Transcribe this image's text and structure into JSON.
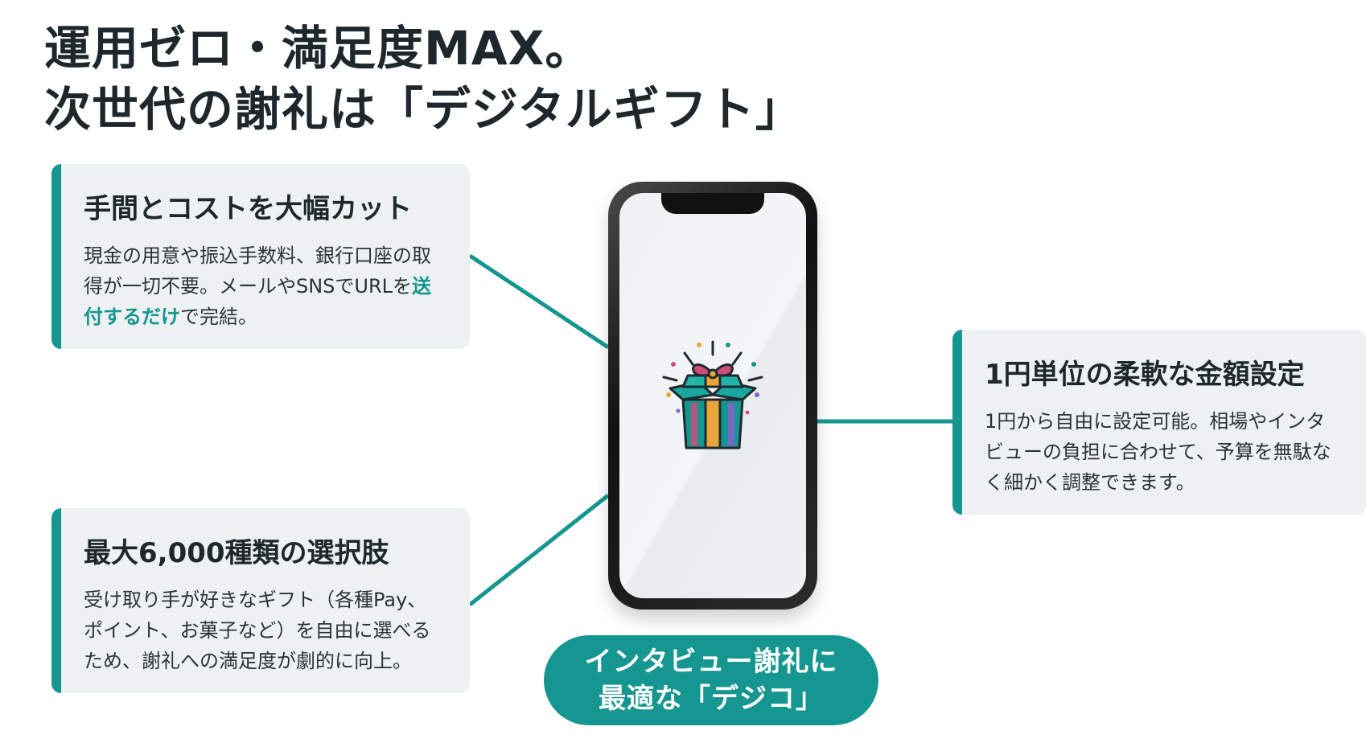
{
  "title": {
    "line1": "運用ゼロ・満足度MAX。",
    "line2": "次世代の謝礼は「デジタルギフト」"
  },
  "cards": [
    {
      "title": "手間とコストを大幅カット",
      "text_before": "現金の用意や振込手数料、銀行口座の取得が一切不要。メールやSNSでURLを",
      "text_highlight": "送付するだけ",
      "text_after": "で完結。"
    },
    {
      "title": "最大6,000種類の選択肢",
      "text": "受け取り手が好きなギフト（各種Pay、ポイント、お菓子など）を自由に選べるため、謝礼への満足度が劇的に向上。"
    },
    {
      "title": "1円単位の柔軟な金額設定",
      "text": "1円から自由に設定可能。相場やインタビューの負担に合わせて、予算を無駄なく細かく調整できます。"
    }
  ],
  "cta": {
    "line1": "インタビュー謝礼に",
    "line2": "最適な「デジコ」"
  },
  "colors": {
    "accent": "#169690",
    "card_bg": "#eef1f2",
    "title": "#1d272c"
  },
  "icons": {
    "center": "gift-box-icon"
  }
}
